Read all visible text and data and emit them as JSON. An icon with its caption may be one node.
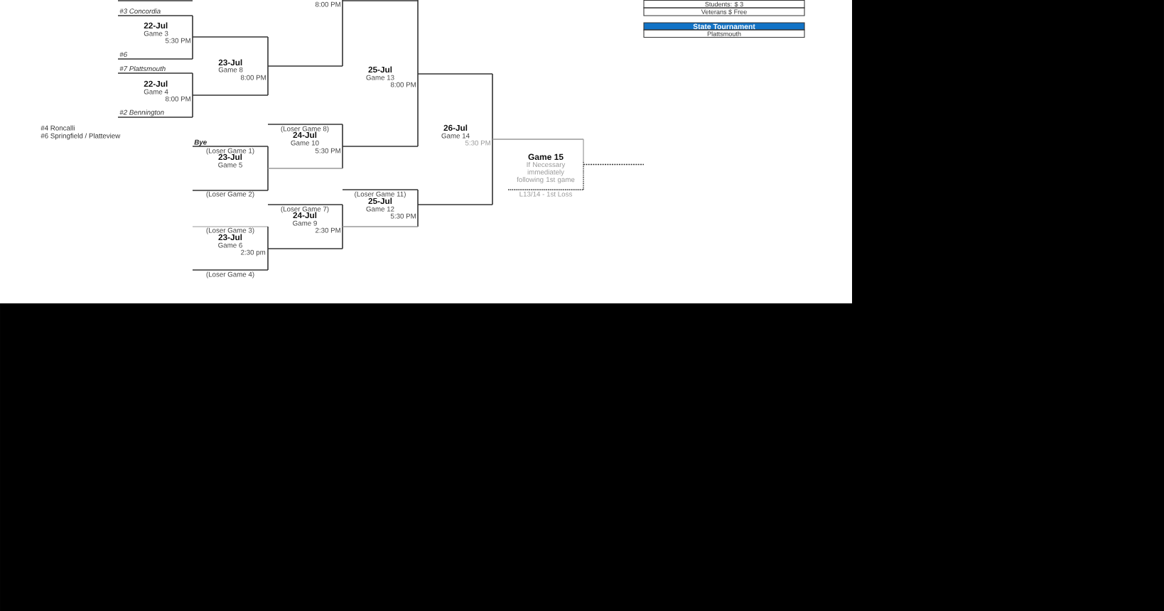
{
  "diagram": {
    "nodes": [
      {
        "text": [
          "#3 Concordia",
          "22-Jul",
          "Game 3",
          "5:30 PM",
          "#6"
        ]
      },
      {
        "text": [
          "#7 Plattsmouth",
          "22-Jul",
          "Game 4",
          "8:00 PM",
          "#2 Bennington"
        ]
      },
      {
        "text": [
          "23-Jul",
          "Game 8",
          "8:00 PM"
        ]
      },
      {
        "text": [
          "Bye",
          "(Loser Game 1)",
          "23-Jul",
          "Game 5",
          "(Loser Game 2)"
        ]
      },
      {
        "text": [
          "(Loser Game 3)",
          "23-Jul",
          "Game 6",
          "2:30 pm",
          "(Loser Game 4)"
        ]
      },
      {
        "text": [
          "8:00 PM"
        ]
      },
      {
        "text": [
          "(Loser Game 8)",
          "24-Jul",
          "Game 10",
          "5:30 PM"
        ]
      },
      {
        "text": [
          "(Loser Game 7)",
          "24-Jul",
          "Game 9",
          "2:30 PM"
        ]
      },
      {
        "text": [
          "25-Jul",
          "Game 13",
          "8:00 PM"
        ]
      },
      {
        "text": [
          "(Loser Game 11)",
          "25-Jul",
          "Game 12",
          "5:30 PM"
        ]
      },
      {
        "text": [
          "26-Jul",
          "Game 14",
          "5:30 PM"
        ]
      },
      {
        "text": [
          "Game 15",
          "If Necessary immediately following 1st game",
          "L13/14 - 1st Loss"
        ]
      }
    ],
    "edges": [
      {
        "from": 0,
        "to": 2,
        "arrow": "none"
      },
      {
        "from": 1,
        "to": 2,
        "arrow": "none"
      },
      {
        "from": 2,
        "to": 5,
        "arrow": "none"
      },
      {
        "from": 3,
        "to": 6,
        "arrow": "none",
        "color": "#999999"
      },
      {
        "from": 4,
        "to": 7,
        "arrow": "none"
      },
      {
        "from": 5,
        "to": 8,
        "arrow": "none"
      },
      {
        "from": 6,
        "to": 8,
        "arrow": "none"
      },
      {
        "from": 7,
        "to": 9,
        "arrow": "none",
        "color": "#999999"
      },
      {
        "from": 8,
        "to": 10,
        "arrow": "none"
      },
      {
        "from": 9,
        "to": 10,
        "arrow": "none"
      },
      {
        "from": 10,
        "to": 11,
        "arrow": "none",
        "color": "#999999"
      },
      {
        "from": 11,
        "to": null,
        "arrow": "none",
        "style": "dashed"
      }
    ],
    "labels": [
      "#4 Roncalli",
      "#6 Springfield / Platteview",
      "Students: $ 3",
      "Veterans $ Free",
      "State Tournament",
      "Plattsmouth"
    ]
  }
}
